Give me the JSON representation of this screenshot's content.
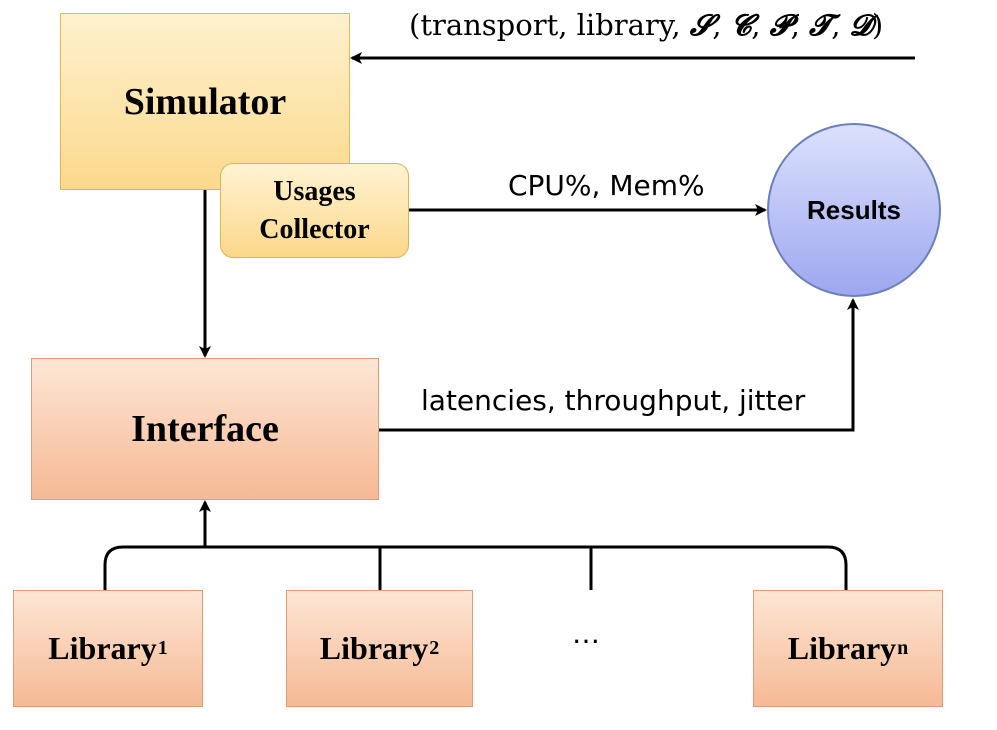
{
  "nodes": {
    "simulator": "Simulator",
    "usages_line1": "Usages",
    "usages_line2": "Collector",
    "interface": "Interface",
    "results": "Results",
    "library_base": "Library",
    "library_1_sub": "1",
    "library_2_sub": "2",
    "library_n_sub": "n",
    "ellipsis": "…"
  },
  "edges": {
    "input_prefix": "(transport, library, ",
    "input_symbols": [
      "𝓢",
      "𝓒",
      "𝓟",
      "𝓣",
      "𝓓"
    ],
    "input_suffix": ")",
    "usage_metrics": "CPU%, Mem%",
    "perf_metrics": "latencies, throughput, jitter"
  },
  "colors": {
    "simulator_fill": "#fbd98c",
    "usages_fill": "#fbd88a",
    "interface_fill": "#f6b995",
    "library_fill": "#f6b995",
    "results_fill": "#9ea7f0",
    "results_stroke": "#6a7fbc"
  }
}
